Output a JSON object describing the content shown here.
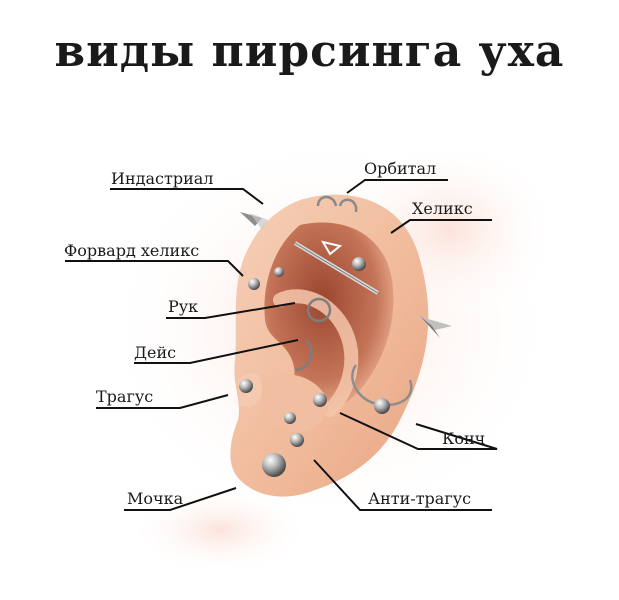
{
  "title": "виды пирсинга уха",
  "colors": {
    "background": "#ffffff",
    "skin": "#f3c3a6",
    "skin_shadow": "#b9664a",
    "skin_deep": "#8f3b26",
    "blush": "#fdeee8",
    "metal": "#c9c9c9",
    "text": "#1a1a1a"
  },
  "labels": [
    {
      "id": "industrial",
      "text": "Индастриал"
    },
    {
      "id": "orbital",
      "text": "Орбитал"
    },
    {
      "id": "helix",
      "text": "Хеликс"
    },
    {
      "id": "forward_helix",
      "text": "Форвард хеликс"
    },
    {
      "id": "rook",
      "text": "Рук"
    },
    {
      "id": "daith",
      "text": "Дейс"
    },
    {
      "id": "tragus",
      "text": "Трагус"
    },
    {
      "id": "conch",
      "text": "Конч"
    },
    {
      "id": "lobe",
      "text": "Мочка"
    },
    {
      "id": "anti_tragus",
      "text": "Анти-трагус"
    }
  ]
}
